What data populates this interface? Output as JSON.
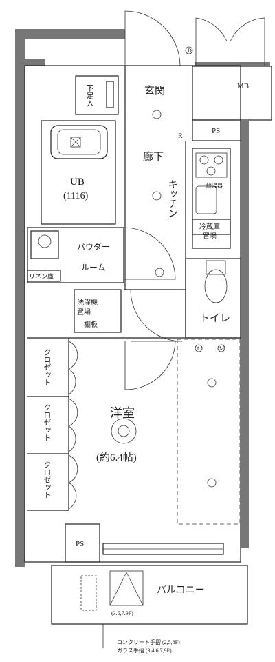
{
  "rooms": {
    "genkan": "玄関",
    "mb": "MB",
    "ps_top": "PS",
    "ps_bottom": "PS",
    "shoe_box": "下足入",
    "rouka": "廊下",
    "kitchen": "キッチン",
    "ub": "UB",
    "ub_size": "(1116)",
    "powder_line1": "パウダー",
    "powder_line2": "ルーム",
    "linen": "リネン庫",
    "washer_line1": "洗濯機",
    "washer_line2": "置場",
    "refrigerator_line1": "冷蔵庫",
    "refrigerator_line2": "置場",
    "toilet": "トイレ",
    "youshitsu": "洋室",
    "youshitsu_size": "(約6.4帖)",
    "closet": "クロゼット",
    "balcony": "バルコニー",
    "balcony_dim": "(3.5,7.9F)",
    "rail_note_1": "コンクリート手摺 (2,5,8F)",
    "rail_note_2": "ガラス手摺 (3,4,6,7,9F)",
    "shelf": "棚板",
    "water_heater": "給湯器",
    "mark_R": "R",
    "mark_D": "D",
    "mark_t": "t",
    "mark_M": "M"
  },
  "colors": {
    "wall": "#7a7a7a",
    "line": "#222222"
  }
}
